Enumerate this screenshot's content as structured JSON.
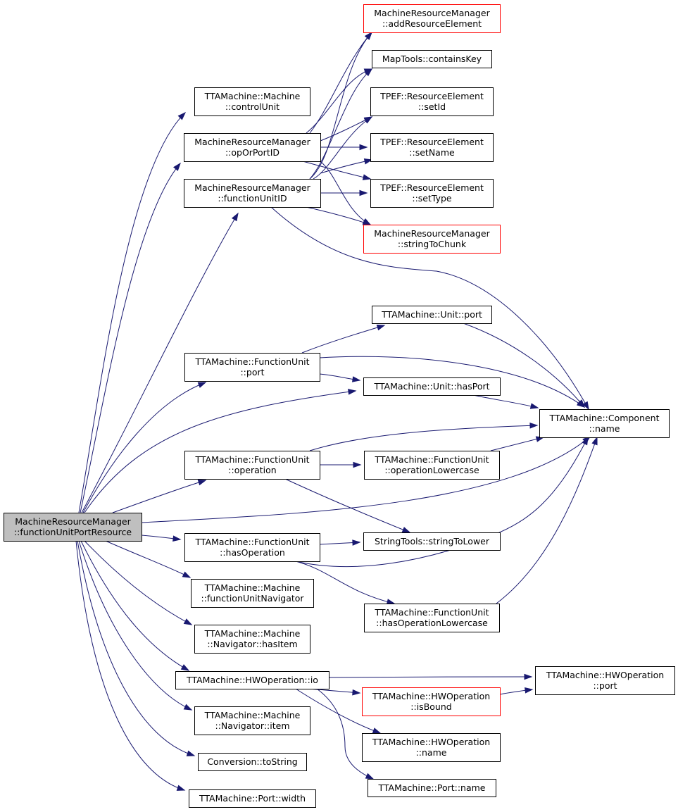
{
  "graph": {
    "edge_color": "#191970",
    "nodes": [
      {
        "id": "root",
        "lines": [
          "MachineResourceManager",
          "::functionUnitPortResource"
        ],
        "style": "root"
      },
      {
        "id": "controlUnit",
        "lines": [
          "TTAMachine::Machine",
          "::controlUnit"
        ],
        "style": "normal"
      },
      {
        "id": "opOrPortID",
        "lines": [
          "MachineResourceManager",
          "::opOrPortID"
        ],
        "style": "normal"
      },
      {
        "id": "functionUnitID",
        "lines": [
          "MachineResourceManager",
          "::functionUnitID"
        ],
        "style": "normal"
      },
      {
        "id": "fuPort",
        "lines": [
          "TTAMachine::FunctionUnit",
          "::port"
        ],
        "style": "normal"
      },
      {
        "id": "fuOperation",
        "lines": [
          "TTAMachine::FunctionUnit",
          "::operation"
        ],
        "style": "normal"
      },
      {
        "id": "fuHasOperation",
        "lines": [
          "TTAMachine::FunctionUnit",
          "::hasOperation"
        ],
        "style": "normal"
      },
      {
        "id": "fuNavigator",
        "lines": [
          "TTAMachine::Machine",
          "::functionUnitNavigator"
        ],
        "style": "normal"
      },
      {
        "id": "navHasItem",
        "lines": [
          "TTAMachine::Machine",
          "::Navigator::hasItem"
        ],
        "style": "normal"
      },
      {
        "id": "hwIo",
        "lines": [
          "TTAMachine::HWOperation::io"
        ],
        "style": "normal"
      },
      {
        "id": "navItem",
        "lines": [
          "TTAMachine::Machine",
          "::Navigator::item"
        ],
        "style": "normal"
      },
      {
        "id": "toString",
        "lines": [
          "Conversion::toString"
        ],
        "style": "normal"
      },
      {
        "id": "portWidth",
        "lines": [
          "TTAMachine::Port::width"
        ],
        "style": "normal"
      },
      {
        "id": "addResourceElement",
        "lines": [
          "MachineResourceManager",
          "::addResourceElement"
        ],
        "style": "red"
      },
      {
        "id": "containsKey",
        "lines": [
          "MapTools::containsKey"
        ],
        "style": "normal"
      },
      {
        "id": "setId",
        "lines": [
          "TPEF::ResourceElement",
          "::setId"
        ],
        "style": "normal"
      },
      {
        "id": "setName",
        "lines": [
          "TPEF::ResourceElement",
          "::setName"
        ],
        "style": "normal"
      },
      {
        "id": "setType",
        "lines": [
          "TPEF::ResourceElement",
          "::setType"
        ],
        "style": "normal"
      },
      {
        "id": "stringToChunk",
        "lines": [
          "MachineResourceManager",
          "::stringToChunk"
        ],
        "style": "red"
      },
      {
        "id": "unitPort",
        "lines": [
          "TTAMachine::Unit::port"
        ],
        "style": "normal"
      },
      {
        "id": "unitHasPort",
        "lines": [
          "TTAMachine::Unit::hasPort"
        ],
        "style": "normal"
      },
      {
        "id": "opLowercase",
        "lines": [
          "TTAMachine::FunctionUnit",
          "::operationLowercase"
        ],
        "style": "normal"
      },
      {
        "id": "stringToLower",
        "lines": [
          "StringTools::stringToLower"
        ],
        "style": "normal"
      },
      {
        "id": "hasOpLowercase",
        "lines": [
          "TTAMachine::FunctionUnit",
          "::hasOperationLowercase"
        ],
        "style": "normal"
      },
      {
        "id": "componentName",
        "lines": [
          "TTAMachine::Component",
          "::name"
        ],
        "style": "normal"
      },
      {
        "id": "hwPort",
        "lines": [
          "TTAMachine::HWOperation",
          "::port"
        ],
        "style": "normal"
      },
      {
        "id": "hwIsBound",
        "lines": [
          "TTAMachine::HWOperation",
          "::isBound"
        ],
        "style": "red"
      },
      {
        "id": "hwName",
        "lines": [
          "TTAMachine::HWOperation",
          "::name"
        ],
        "style": "normal"
      },
      {
        "id": "portName",
        "lines": [
          "TTAMachine::Port::name"
        ],
        "style": "normal"
      }
    ],
    "edges": [
      [
        "root",
        "controlUnit"
      ],
      [
        "root",
        "opOrPortID"
      ],
      [
        "root",
        "functionUnitID"
      ],
      [
        "root",
        "fuPort"
      ],
      [
        "root",
        "unitHasPort"
      ],
      [
        "root",
        "fuOperation"
      ],
      [
        "root",
        "componentName"
      ],
      [
        "root",
        "fuHasOperation"
      ],
      [
        "root",
        "fuNavigator"
      ],
      [
        "root",
        "navHasItem"
      ],
      [
        "root",
        "hwIo"
      ],
      [
        "root",
        "navItem"
      ],
      [
        "root",
        "toString"
      ],
      [
        "root",
        "portWidth"
      ],
      [
        "opOrPortID",
        "addResourceElement"
      ],
      [
        "opOrPortID",
        "containsKey"
      ],
      [
        "opOrPortID",
        "setId"
      ],
      [
        "opOrPortID",
        "setName"
      ],
      [
        "opOrPortID",
        "setType"
      ],
      [
        "opOrPortID",
        "stringToChunk"
      ],
      [
        "functionUnitID",
        "addResourceElement"
      ],
      [
        "functionUnitID",
        "containsKey"
      ],
      [
        "functionUnitID",
        "setId"
      ],
      [
        "functionUnitID",
        "setName"
      ],
      [
        "functionUnitID",
        "setType"
      ],
      [
        "functionUnitID",
        "stringToChunk"
      ],
      [
        "functionUnitID",
        "componentName"
      ],
      [
        "fuPort",
        "unitPort"
      ],
      [
        "fuPort",
        "componentName"
      ],
      [
        "fuPort",
        "unitHasPort"
      ],
      [
        "unitPort",
        "componentName"
      ],
      [
        "unitHasPort",
        "componentName"
      ],
      [
        "fuOperation",
        "componentName"
      ],
      [
        "fuOperation",
        "opLowercase"
      ],
      [
        "fuOperation",
        "stringToLower"
      ],
      [
        "opLowercase",
        "componentName"
      ],
      [
        "fuHasOperation",
        "stringToLower"
      ],
      [
        "fuHasOperation",
        "componentName"
      ],
      [
        "fuHasOperation",
        "hasOpLowercase"
      ],
      [
        "hasOpLowercase",
        "componentName"
      ],
      [
        "hwIo",
        "hwPort"
      ],
      [
        "hwIo",
        "hwIsBound"
      ],
      [
        "hwIo",
        "hwName"
      ],
      [
        "hwIo",
        "portName"
      ],
      [
        "hwIsBound",
        "hwPort"
      ]
    ]
  }
}
